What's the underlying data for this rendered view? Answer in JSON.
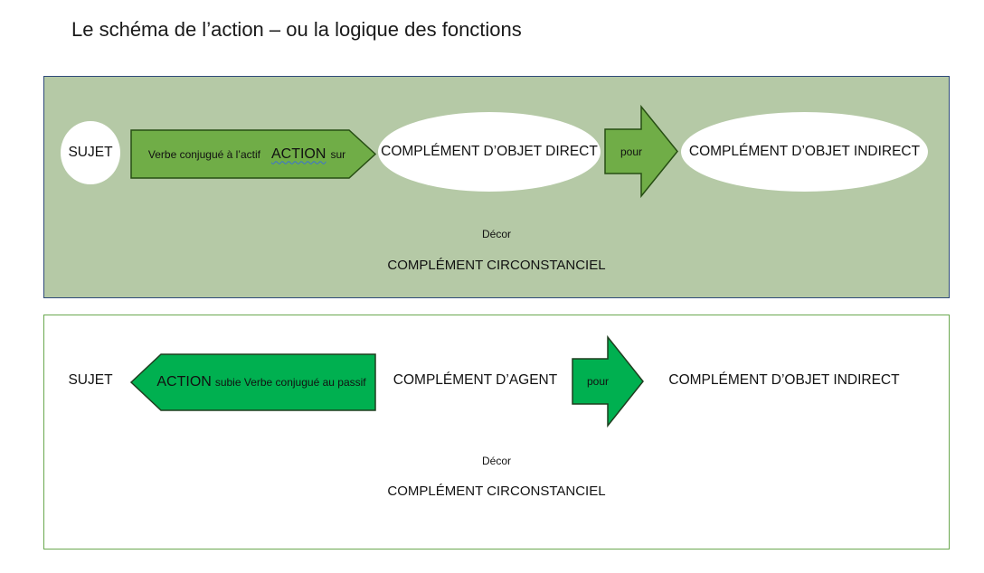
{
  "title": "Le schéma de l’action – ou la logique des fonctions",
  "active": {
    "sujet": "SUJET",
    "verb_prefix": "Verbe conjugué à l’actif",
    "action": "ACTION",
    "verb_suffix": "sur",
    "cod": "COMPLÉMENT D’OBJET DIRECT",
    "arrow_label": "pour",
    "coi": "COMPLÉMENT D’OBJET INDIRECT",
    "decor": "Décor",
    "cc": "COMPLÉMENT CIRCONSTANCIEL"
  },
  "passive": {
    "sujet": "SUJET",
    "action": "ACTION",
    "verb_suffix": "subie Verbe conjugué au passif",
    "agent": "COMPLÉMENT D’AGENT",
    "arrow_label": "pour",
    "coi": "COMPLÉMENT D’OBJET INDIRECT",
    "decor": "Décor",
    "cc": "COMPLÉMENT CIRCONSTANCIEL"
  },
  "colors": {
    "active_panel_bg": "#b5c9a6",
    "active_panel_border": "#2f4a7a",
    "active_shape_fill": "#70ad47",
    "active_shape_stroke": "#274e13",
    "passive_panel_border": "#6aa84f",
    "passive_shape_fill": "#00b050",
    "passive_shape_stroke": "#1f3d1f"
  }
}
